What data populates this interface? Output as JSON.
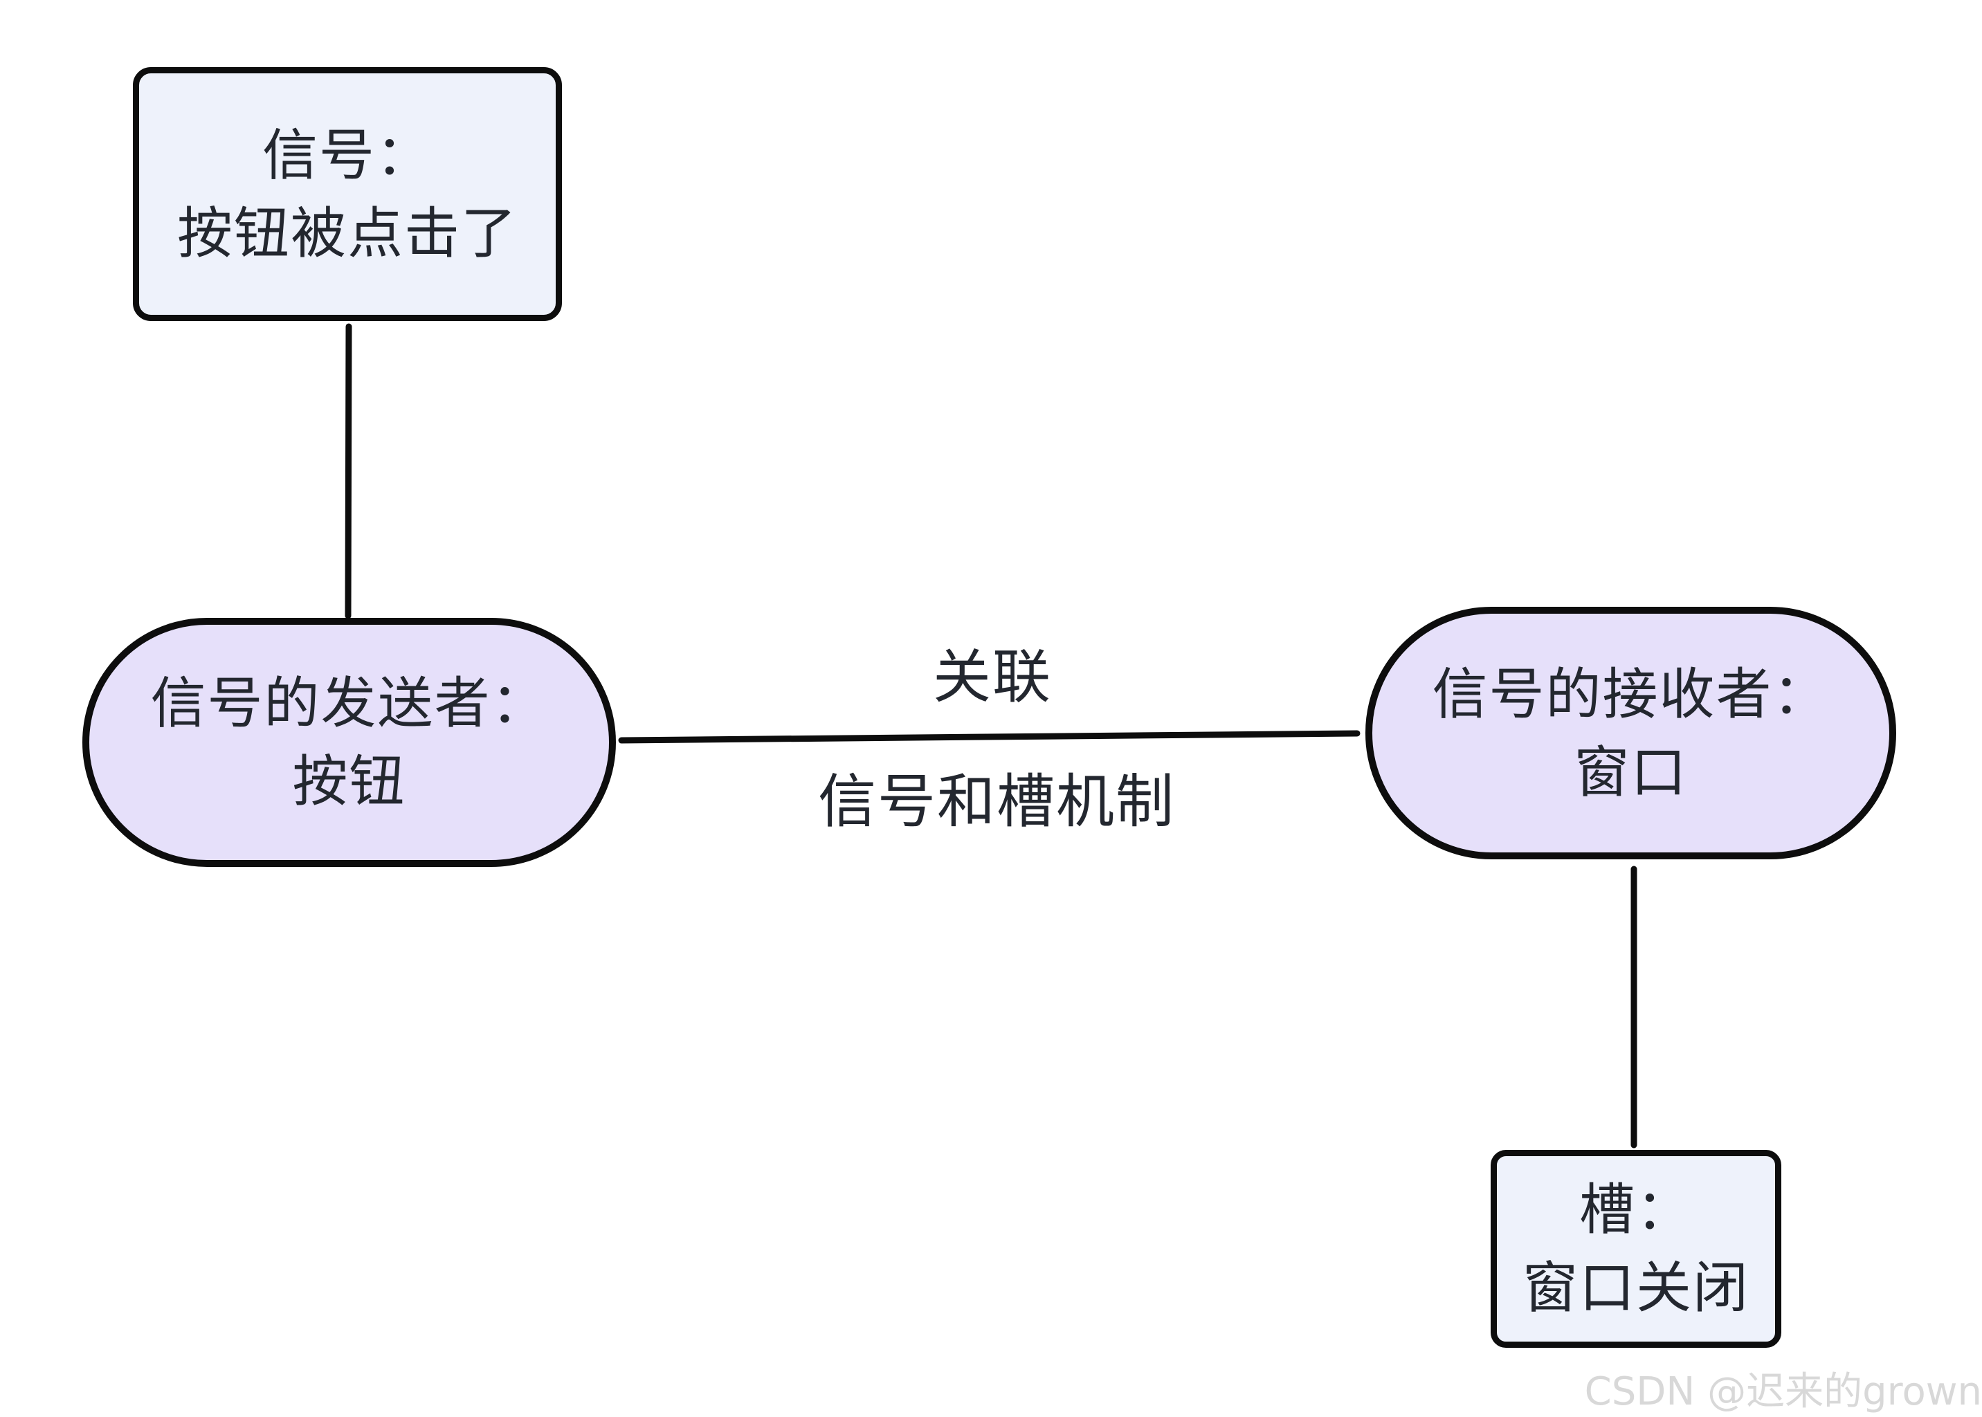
{
  "diagram": {
    "nodes": {
      "signal_box": {
        "line1": "信号：",
        "line2": "按钮被点击了"
      },
      "sender_pill": {
        "line1": "信号的发送者：",
        "line2": "按钮"
      },
      "receiver_pill": {
        "line1": "信号的接收者：",
        "line2": "窗口"
      },
      "slot_box": {
        "line1": "槽：",
        "line2": "窗口关闭"
      }
    },
    "edge_labels": {
      "top": "关联",
      "bottom": "信号和槽机制"
    },
    "watermark": "CSDN @迟来的grown",
    "colors": {
      "box_fill": "#eef2fb",
      "pill_fill": "#e6e0fa",
      "stroke": "#0d0d0d",
      "text": "#23272f",
      "watermark": "#d8d8d8",
      "bg": "#ffffff"
    }
  }
}
